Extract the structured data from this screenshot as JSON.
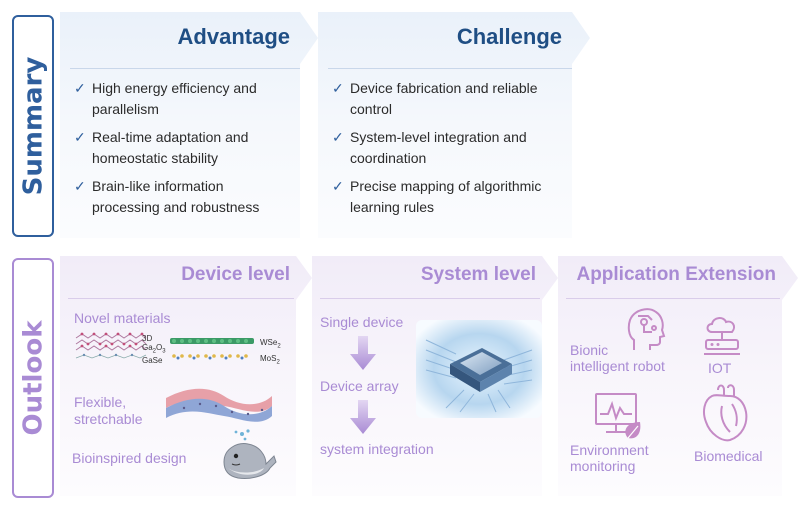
{
  "summary": {
    "side_label": "Summary",
    "advantage": {
      "title": "Advantage",
      "items": [
        [
          "High energy efficiency and",
          "parallelism"
        ],
        [
          "Real-time adaptation and",
          "homeostatic stability"
        ],
        [
          "Brain-like information",
          "processing and robustness"
        ]
      ]
    },
    "challenge": {
      "title": "Challenge",
      "items": [
        [
          "Device fabrication and reliable",
          "control"
        ],
        [
          "System-level integration and",
          "coordination"
        ],
        [
          "Precise mapping of algorithmic",
          "learning rules"
        ]
      ]
    }
  },
  "outlook": {
    "side_label": "Outlook",
    "device": {
      "title": "Device level",
      "novel_materials": "Novel materials",
      "mat_3d": "3D",
      "mat_ga2o3_base": "Ga",
      "mat_ga2o3_sub1": "2",
      "mat_ga2o3_mid": "O",
      "mat_ga2o3_sub2": "3",
      "mat_gase": "GaSe",
      "mat_wse2_base": "WSe",
      "mat_wse2_sub": "2",
      "mat_mos2_base": "MoS",
      "mat_mos2_sub": "2",
      "flexible_1": "Flexible,",
      "flexible_2": "stretchable",
      "bioinspired": "Bioinspired design"
    },
    "system": {
      "title": "System level",
      "single_device": "Single device",
      "device_array": "Device array",
      "system_integration": "system integration"
    },
    "application": {
      "title": "Application Extension",
      "robot_1": "Bionic",
      "robot_2": "intelligent robot",
      "iot": "IOT",
      "env_1": "Environment",
      "env_2": "monitoring",
      "biomedical": "Biomedical"
    }
  },
  "colors": {
    "summary_blue": "#2f5f9d",
    "title_blue": "#1f4e84",
    "outlook_purple": "#a98bd4",
    "icon_purple": "#c58bc6"
  }
}
